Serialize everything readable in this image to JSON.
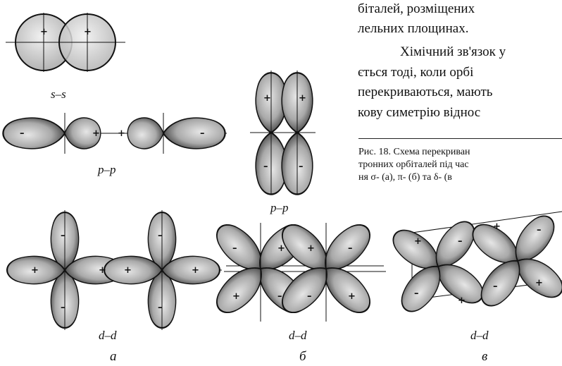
{
  "text_column": {
    "lines": [
      "біталей, розміщених",
      "лельних площинах.",
      "Хімічний зв'язок у",
      "ється тоді, коли орбі",
      "перекриваються, мають",
      "кову симетрію віднос"
    ]
  },
  "caption": {
    "lines": [
      "Рис. 18. Схема перекриван",
      "тронних орбіталей під час",
      "ня σ- (a), π- (б) та δ- (в"
    ]
  },
  "labels": {
    "s_s": "s–s",
    "p_p_sigma": "p–p",
    "p_p_pi": "p–p",
    "d_d_a": "d–d",
    "d_d_b": "d–d",
    "d_d_c": "d–d",
    "panel_a": "a",
    "panel_b": "б",
    "panel_c": "в"
  },
  "signs": {
    "plus": "+",
    "minus": "–"
  },
  "colors": {
    "ink": "#111111",
    "fill": "#cfcfcf",
    "shade": "#8a8a8a"
  }
}
